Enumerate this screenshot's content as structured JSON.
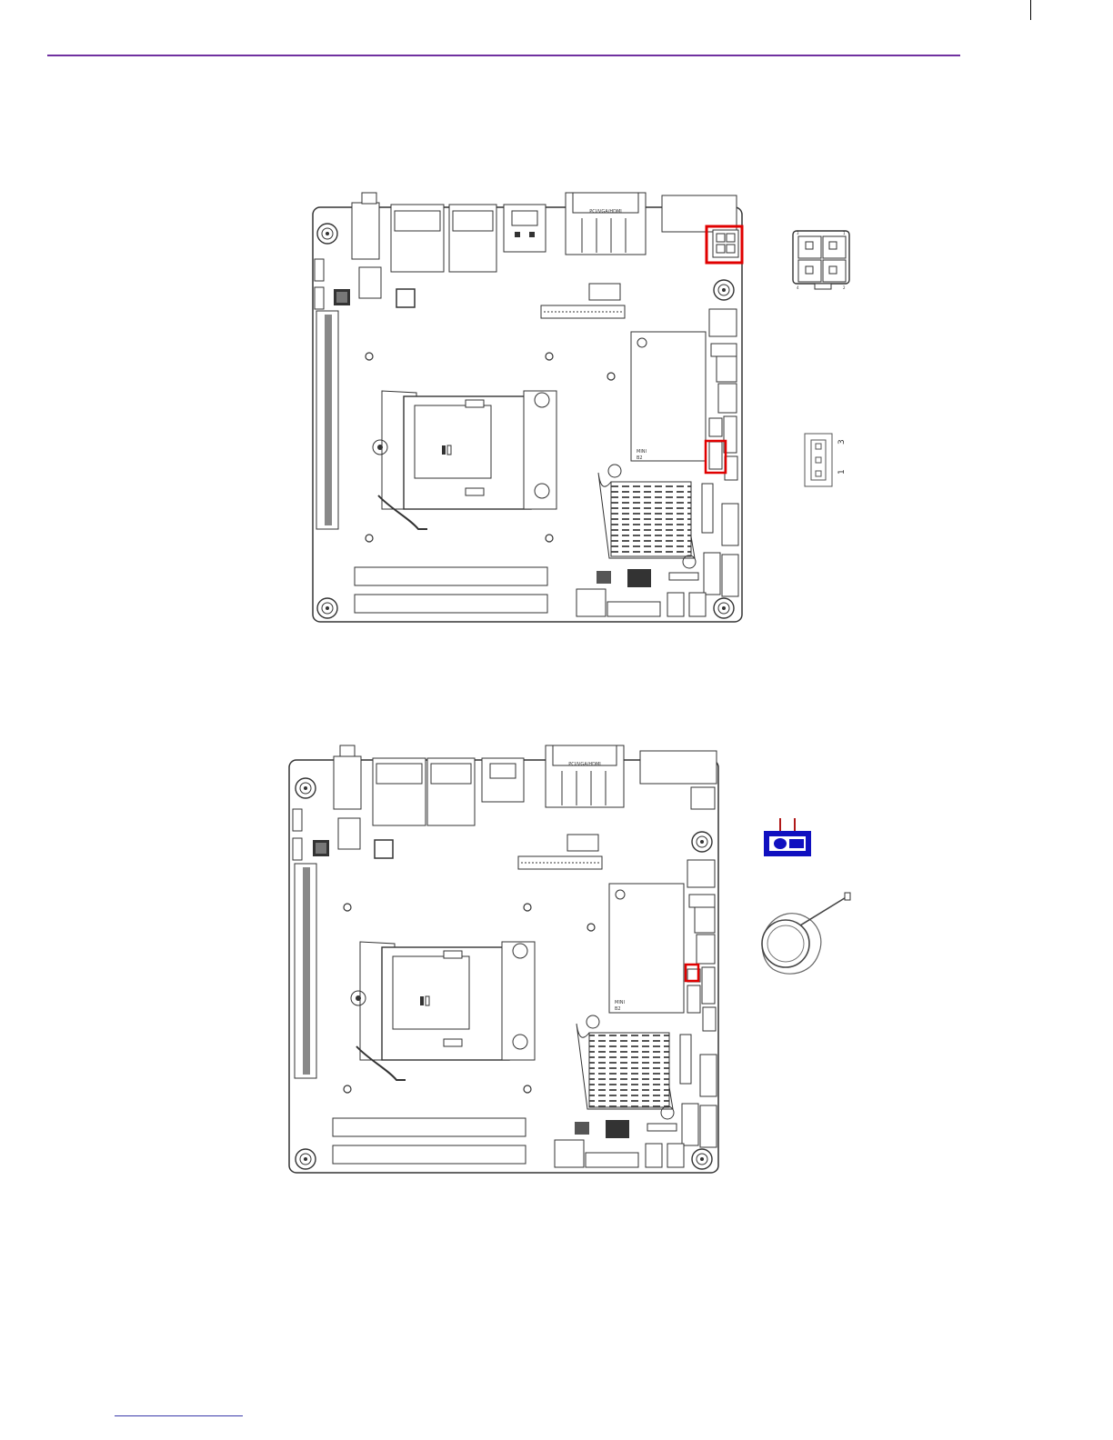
{
  "page": {
    "header_rule_color": "#7030a0",
    "highlight_color": "#e00000",
    "jumper_color": "#1010c0"
  },
  "figure_top": {
    "board_vga_label": "PCI/VGA/HDMI",
    "board_text_mini": "MINI",
    "board_text_card": "B2",
    "atx_pin_1": "1",
    "atx_pin_2": "2",
    "atx_pin_3": "3",
    "atx_pin_4": "4",
    "fan_pin_1": "1",
    "fan_pin_3": "3"
  },
  "figure_bottom": {
    "board_vga_label": "PCI/VGA/HDMI",
    "board_text_mini": "MINI",
    "board_text_card": "B2"
  },
  "icons": {
    "atx_connector": "atx-12v-connector-icon",
    "fan_connector": "fan-connector-icon",
    "jumper": "jumper-icon",
    "battery": "cmos-battery-icon"
  }
}
